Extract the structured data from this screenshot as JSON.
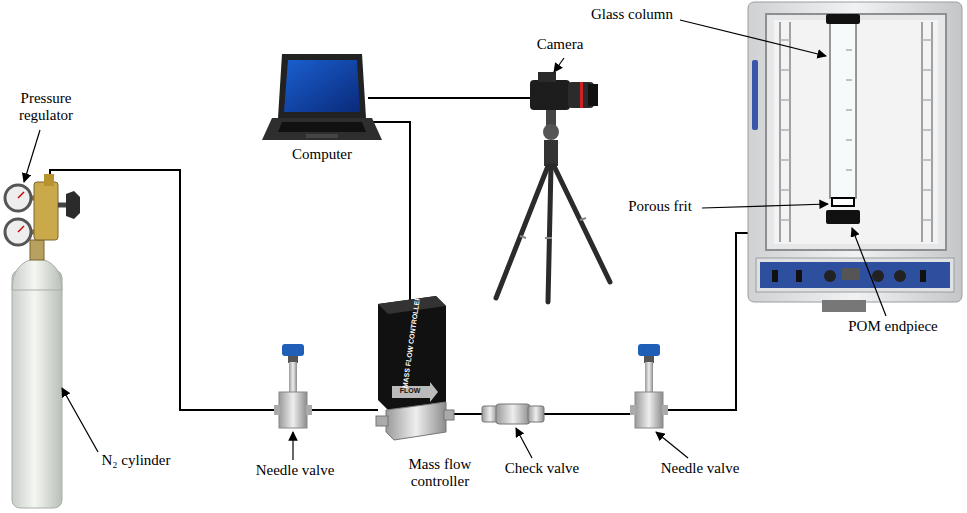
{
  "diagram": {
    "labels": [
      "Glass column",
      "Camera",
      "Pressure regulator",
      "Computer",
      "Porous frit",
      "N₂ cylinder",
      "Needle valve",
      "Mass flow controller",
      "Check valve",
      "Needle valve",
      "POM endpiece",
      "MASS FLOW CONTROLLER",
      "FLOW"
    ]
  }
}
